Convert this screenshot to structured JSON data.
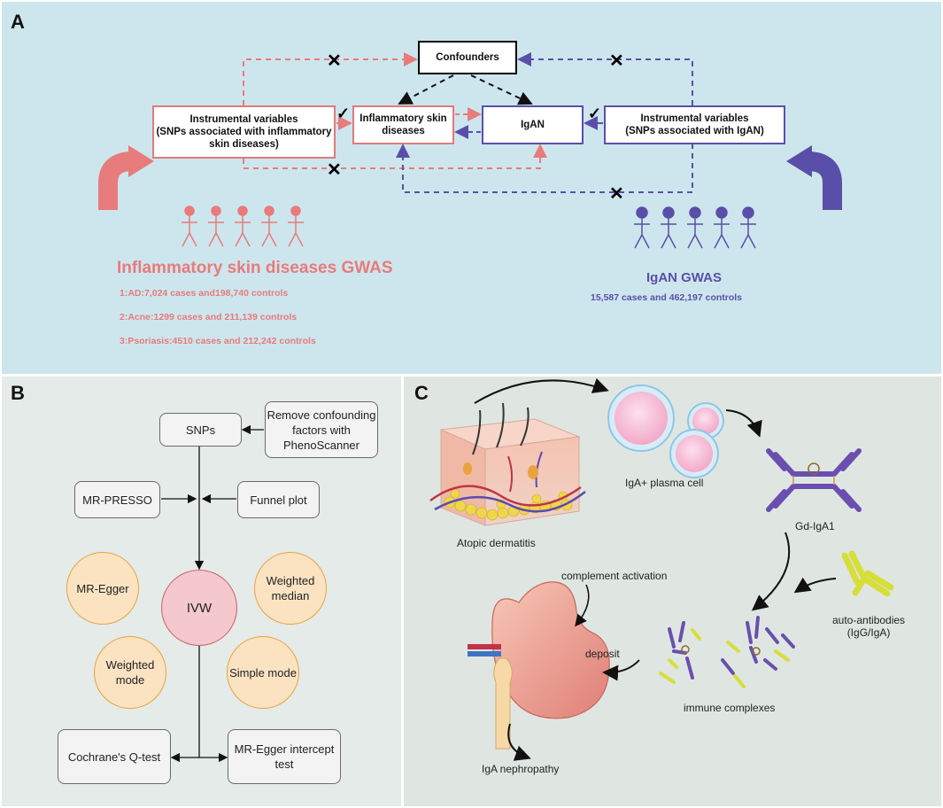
{
  "panelA": {
    "label": "A",
    "confounders": "Confounders",
    "iv_left": [
      "Instrumental variables",
      "(SNPs associated with inflammatory",
      "skin diseases)"
    ],
    "skin": [
      "Inflammatory skin",
      "diseases"
    ],
    "igan": "IgAN",
    "iv_right": [
      "Instrumental variables",
      "(SNPs associated with IgAN)"
    ],
    "check_mark": "✓",
    "cross_mark": "✕",
    "left_gwas": {
      "title": "Inflammatory skin diseases GWAS",
      "lines": [
        "1:AD:7,024 cases and198,740 controls",
        "2:Acne:1299 cases and 211,139 controls",
        "3:Psoriasis:4510 cases and 212,242 controls"
      ]
    },
    "right_gwas": {
      "title": "IgAN GWAS",
      "lines": [
        "15,587 cases and 462,197 controls"
      ]
    },
    "colors": {
      "red": "#e87b7b",
      "blue": "#5a4fa8",
      "background": "#cde6ee"
    }
  },
  "panelB": {
    "label": "B",
    "snps": "SNPs",
    "remove": [
      "Remove confounding",
      "factors with",
      "PhenoScanner"
    ],
    "mr_presso": "MR-PRESSO",
    "funnel": "Funnel plot",
    "mr_egger": "MR-Egger",
    "ivw": "IVW",
    "weighted_median": [
      "Weighted",
      "median"
    ],
    "weighted_mode": [
      "Weighted",
      "mode"
    ],
    "simple_mode": "Simple mode",
    "cochrane": "Cochrane's Q-test",
    "intercept": [
      "MR-Egger intercept",
      "test"
    ],
    "colors": {
      "circle_fill": "#fbe3c2",
      "circle_stroke": "#e9a23e",
      "ivw_fill": "#f4c8cc"
    }
  },
  "panelC": {
    "label": "C",
    "atopic": "Atopic dermatitis",
    "plasma": "IgA+ plasma cell",
    "gdiga1": "Gd-IgA1",
    "autoab": [
      "auto-antibodies",
      "(IgG/IgA)"
    ],
    "complement": "complement activation",
    "deposit": "deposit",
    "immune": "immune complexes",
    "nephropathy": "IgA nephropathy",
    "colors": {
      "antibody_purple": "#6a4fb0",
      "antibody_yellow": "#d6de3a",
      "cell_pink": "#f6bfd6"
    }
  }
}
